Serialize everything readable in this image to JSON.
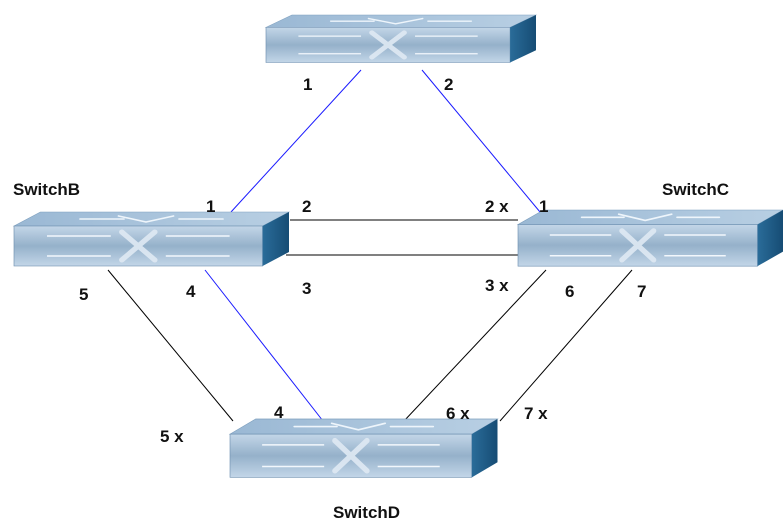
{
  "switches": [
    {
      "id": "A",
      "label": ""
    },
    {
      "id": "B",
      "label": "SwitchB"
    },
    {
      "id": "C",
      "label": "SwitchC"
    },
    {
      "id": "D",
      "label": "SwitchD"
    }
  ],
  "links": [
    {
      "from": "A",
      "from_port": "1",
      "to": "B",
      "to_port": "1",
      "color": "#1a1aff",
      "blocked": false
    },
    {
      "from": "A",
      "from_port": "2",
      "to": "C",
      "to_port": "1",
      "color": "#1a1aff",
      "blocked": false
    },
    {
      "from": "B",
      "from_port": "2",
      "to": "C",
      "to_port": "2",
      "color": "#000000",
      "blocked": true
    },
    {
      "from": "B",
      "from_port": "3",
      "to": "C",
      "to_port": "3",
      "color": "#000000",
      "blocked": true
    },
    {
      "from": "B",
      "from_port": "4",
      "to": "D",
      "to_port": "4",
      "color": "#1a1aff",
      "blocked": false
    },
    {
      "from": "B",
      "from_port": "5",
      "to": "D",
      "to_port": "5",
      "color": "#000000",
      "blocked": true
    },
    {
      "from": "C",
      "from_port": "6",
      "to": "D",
      "to_port": "6",
      "color": "#000000",
      "blocked": true
    },
    {
      "from": "C",
      "from_port": "7",
      "to": "D",
      "to_port": "7",
      "color": "#000000",
      "blocked": true
    }
  ],
  "port_labels": {
    "a1": "1",
    "a2": "2",
    "b1": "1",
    "b2": "2",
    "b3": "3",
    "b4": "4",
    "b5": "5",
    "c1": "1",
    "c2": "2 x",
    "c3": "3 x",
    "c6": "6",
    "c7": "7",
    "d4": "4",
    "d5": "5 x",
    "d6": "6 x",
    "d7": "7 x"
  },
  "colors": {
    "switch_top": "#a9c4dc",
    "switch_front": "#8fa9c2",
    "switch_side": "#1f5f8c",
    "active_link": "#1a1aff",
    "blocked_link": "#000000"
  },
  "icons": {
    "switch": "network-switch-icon",
    "blocked": "x-marker"
  }
}
